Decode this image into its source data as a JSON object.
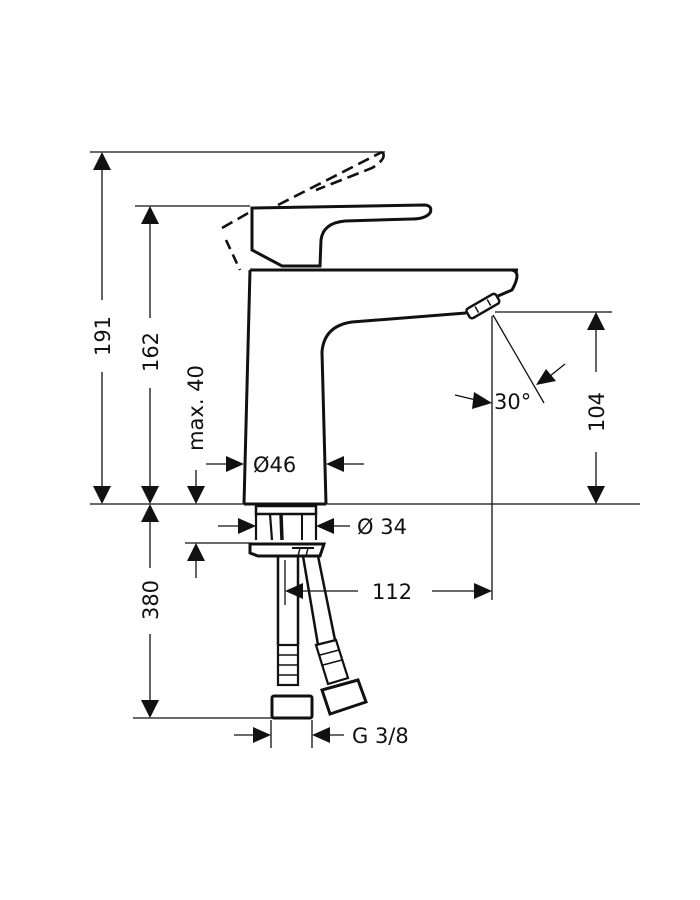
{
  "diagram": {
    "title": "Basin mixer tap — dimension drawing",
    "colors": {
      "line": "#111111",
      "background": "#ffffff"
    },
    "dimensions": {
      "total_height_lever_open": {
        "value": "191",
        "unit": "mm",
        "orientation": "vertical"
      },
      "total_height": {
        "value": "162",
        "unit": "mm",
        "orientation": "vertical"
      },
      "max_counter_thickness": {
        "value": "max. 40",
        "unit": "mm",
        "orientation": "vertical"
      },
      "spout_height": {
        "value": "104",
        "unit": "mm",
        "orientation": "vertical"
      },
      "spout_angle": {
        "value": "30°"
      },
      "body_diameter": {
        "value": "Ø46",
        "unit": "mm"
      },
      "shank_diameter": {
        "value": "Ø 34",
        "unit": "mm"
      },
      "spout_projection": {
        "value": "112",
        "unit": "mm"
      },
      "hose_length": {
        "value": "380",
        "unit": "mm",
        "orientation": "vertical"
      },
      "connection_thread": {
        "value": "G 3/8"
      }
    },
    "parts": [
      "lever-handle",
      "lever-open-position-dashed",
      "tap-body",
      "spout",
      "aerator",
      "mounting-shank",
      "fixing-nut",
      "flexible-hose-left",
      "flexible-hose-right",
      "hose-nut-left",
      "hose-nut-right",
      "counter-surface-line"
    ]
  }
}
